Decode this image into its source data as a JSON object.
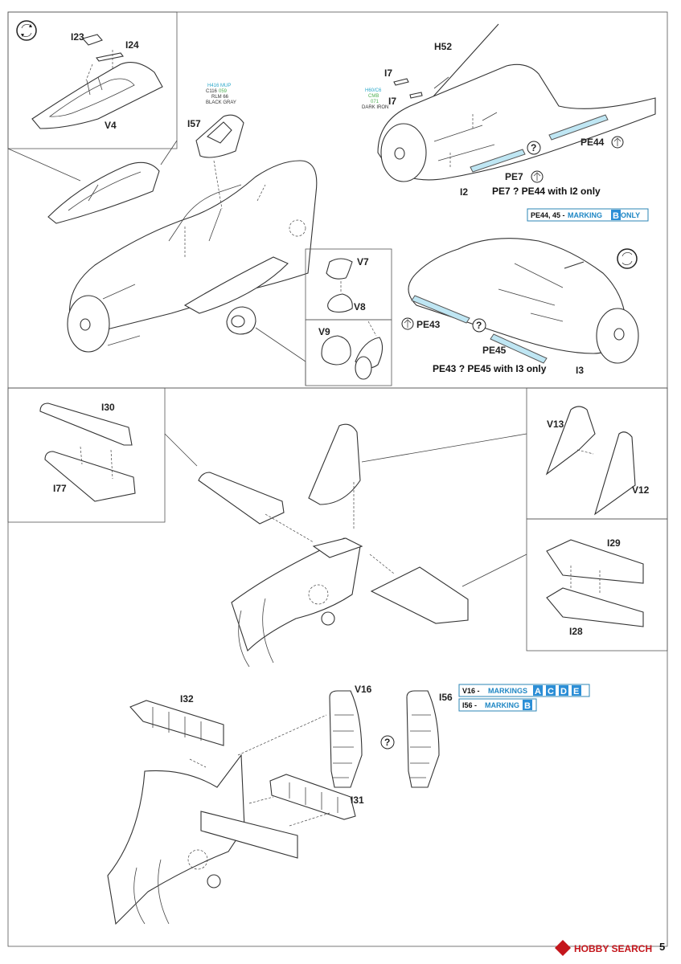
{
  "section_top": {
    "labels": {
      "i23": "I23",
      "i24": "I24",
      "v4": "V4",
      "i57": "I57",
      "h52": "H52",
      "i7a": "I7",
      "i7b": "I7",
      "i2": "I2",
      "pe44": "PE44",
      "pe7": "PE7",
      "v7": "V7",
      "v8": "V8",
      "v9": "V9",
      "pe43": "PE43",
      "pe45": "PE45",
      "i3": "I3"
    },
    "color_callout_1": {
      "line1": "H416 MUP",
      "line2a": "C116",
      "line2b": "059",
      "line3": "RLM 66",
      "line4": "BLACK GRAY"
    },
    "color_callout_2": {
      "line1": "H60/C6",
      "line2": "CMB",
      "line3": "071",
      "line4": "DARK IRON"
    },
    "notes": {
      "pe7_note": "PE7 ? PE44 with I2 only",
      "pe43_note": "PE43 ? PE45 with I3 only"
    },
    "badge_pe44": {
      "prefix": "PE44, 45 - ",
      "middle": "MARKING ",
      "letter": "B",
      "suffix": " ONLY"
    }
  },
  "section_mid": {
    "labels": {
      "i30": "I30",
      "i77": "I77",
      "v13": "V13",
      "v12": "V12",
      "i29": "I29",
      "i28": "I28"
    }
  },
  "section_bottom": {
    "labels": {
      "i32": "I32",
      "v16": "V16",
      "i56": "I56",
      "i31": "I31"
    },
    "badge_v16": {
      "prefix": "V16 - ",
      "middle": "MARKINGS ",
      "letters": [
        "A",
        "C",
        "D",
        "E"
      ]
    },
    "badge_i56": {
      "prefix": "I56 - ",
      "middle": "MARKING ",
      "letter": "B"
    }
  },
  "symbols": {
    "question": "?"
  },
  "footer": {
    "watermark_brand": "HOBBY SEARCH",
    "page_number": "5"
  },
  "colors": {
    "pe_fill": "#bfe6f3",
    "badge_blue": "#2b8ed6",
    "watermark_red": "#c4161c"
  },
  "icons": [
    "rotate-icon",
    "fold-up-icon",
    "question-mark-icon"
  ]
}
